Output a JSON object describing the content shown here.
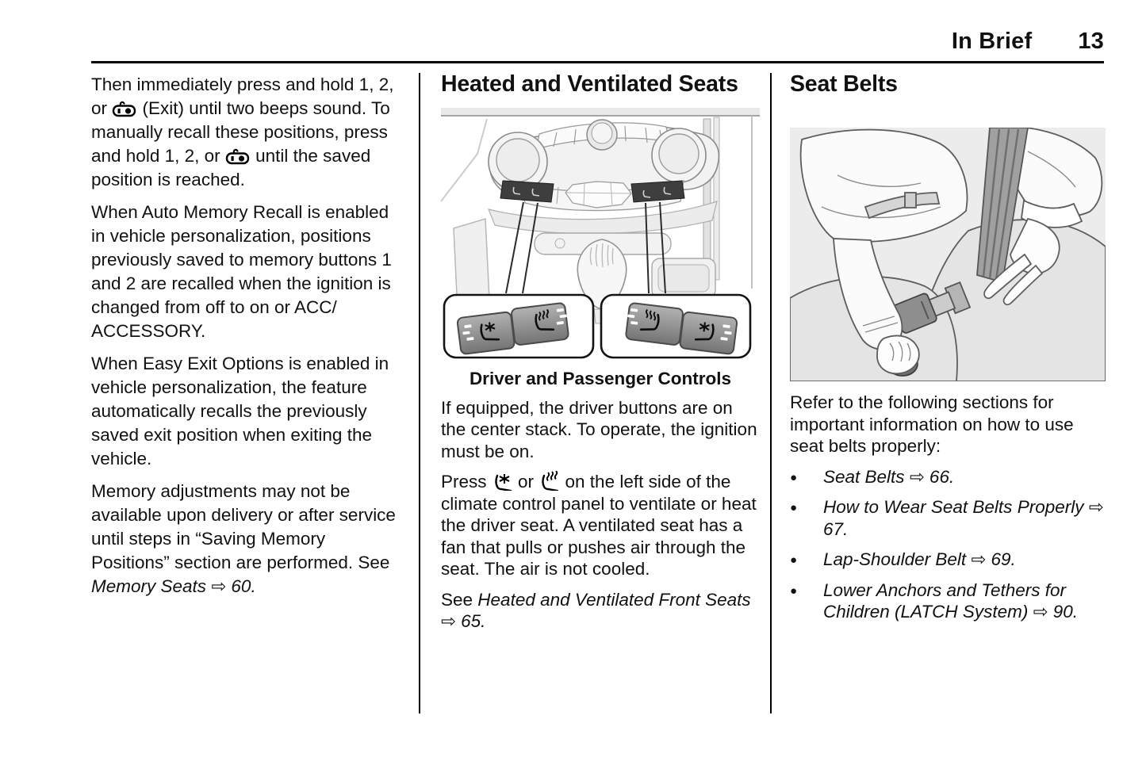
{
  "header": {
    "section": "In Brief",
    "page_number": "13"
  },
  "colors": {
    "text": "#111111",
    "rule": "#000000",
    "figure_bg": "#ececec",
    "button_gray": "#8f8f8f",
    "cluster_dark": "#3e3e3e"
  },
  "icons": {
    "exit": "memory-exit-icon",
    "ventilated": "ventilated-seat-icon",
    "heated": "heated-seat-icon",
    "ref_arrow": "⇨"
  },
  "left_column": {
    "p1_seg1": "Then immediately press and hold 1, 2, or ",
    "p1_seg2": " (Exit) until two beeps sound. To manually recall these positions, press and hold 1, 2, or ",
    "p1_seg3": " until the saved position is reached.",
    "p2": "When Auto Memory Recall is enabled in vehicle personalization, positions previously saved to memory buttons 1 and 2 are recalled when the ignition is changed from off to on or ACC/​ACCESSORY.",
    "p3": "When Easy Exit Options is enabled in vehicle personalization, the feature automatically recalls the previously saved exit position when exiting the vehicle.",
    "p4_seg1": "Memory adjustments may not be available upon delivery or after service until steps in “Saving Memory Positions” section are performed. See ",
    "p4_italic": "Memory Seats",
    "p4_ref": "⇨ 60."
  },
  "middle_column": {
    "heading": "Heated and Ventilated Seats",
    "figure_caption": "Driver and Passenger Controls",
    "p1": "If equipped, the driver buttons are on the center stack. To operate, the ignition must be on.",
    "p2_seg1": "Press ",
    "p2_seg2": " or ",
    "p2_seg3": " on the left side of the climate control panel to ventilate or heat the driver seat. A ventilated seat has a fan that pulls or pushes air through the seat. The air is not cooled.",
    "p3_seg1": "See ",
    "p3_italic": "Heated and Ventilated Front Seats",
    "p3_ref": "⇨ 65."
  },
  "right_column": {
    "heading": "Seat Belts",
    "intro": "Refer to the following sections for important information on how to use seat belts properly:",
    "bullets": [
      {
        "text": "Seat Belts",
        "ref": "⇨ 66."
      },
      {
        "text": "How to Wear Seat Belts Properly",
        "ref": "⇨ 67."
      },
      {
        "text": "Lap-Shoulder Belt",
        "ref": "⇨ 69."
      },
      {
        "text": "Lower Anchors and Tethers for Children (LATCH System)",
        "ref": "⇨ 90."
      }
    ]
  }
}
